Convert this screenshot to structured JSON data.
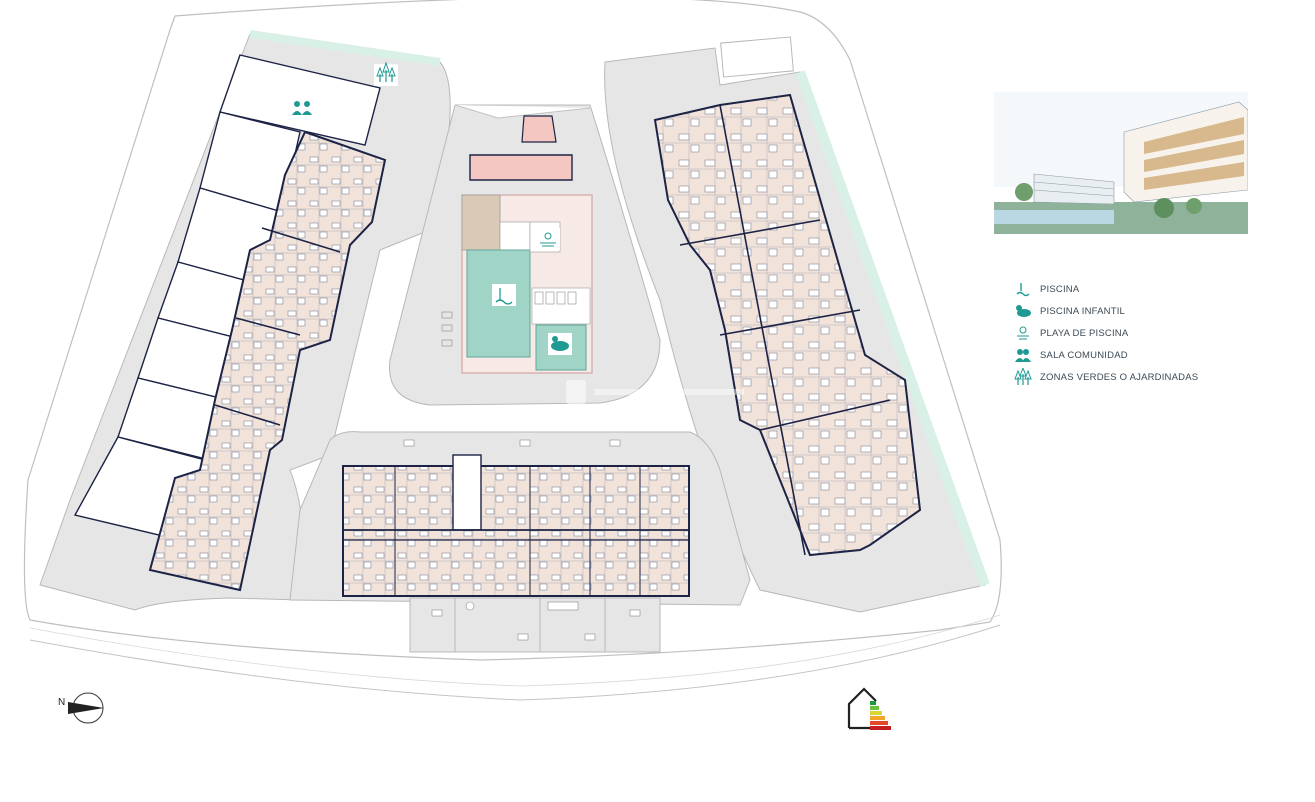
{
  "legend": [
    {
      "icon": "pool-icon",
      "label": "PISCINA"
    },
    {
      "icon": "kids-pool-icon",
      "label": "PISCINA INFANTIL"
    },
    {
      "icon": "pool-beach-icon",
      "label": "PLAYA DE PISCINA"
    },
    {
      "icon": "community-room-icon",
      "label": "SALA COMUNIDAD"
    },
    {
      "icon": "green-zones-icon",
      "label": "ZONAS VERDES O AJARDINADAS"
    }
  ],
  "compass": {
    "label": "N"
  },
  "colors": {
    "accent": "#1f9a93",
    "interior": "#f2e3da",
    "wall": "#1c2345",
    "common": "#e6e6e6",
    "green_strip": "#d9f0e6",
    "pool": "#9fd4c7",
    "pink": "#f4c7c3",
    "legend_text": "#3b4a55"
  }
}
